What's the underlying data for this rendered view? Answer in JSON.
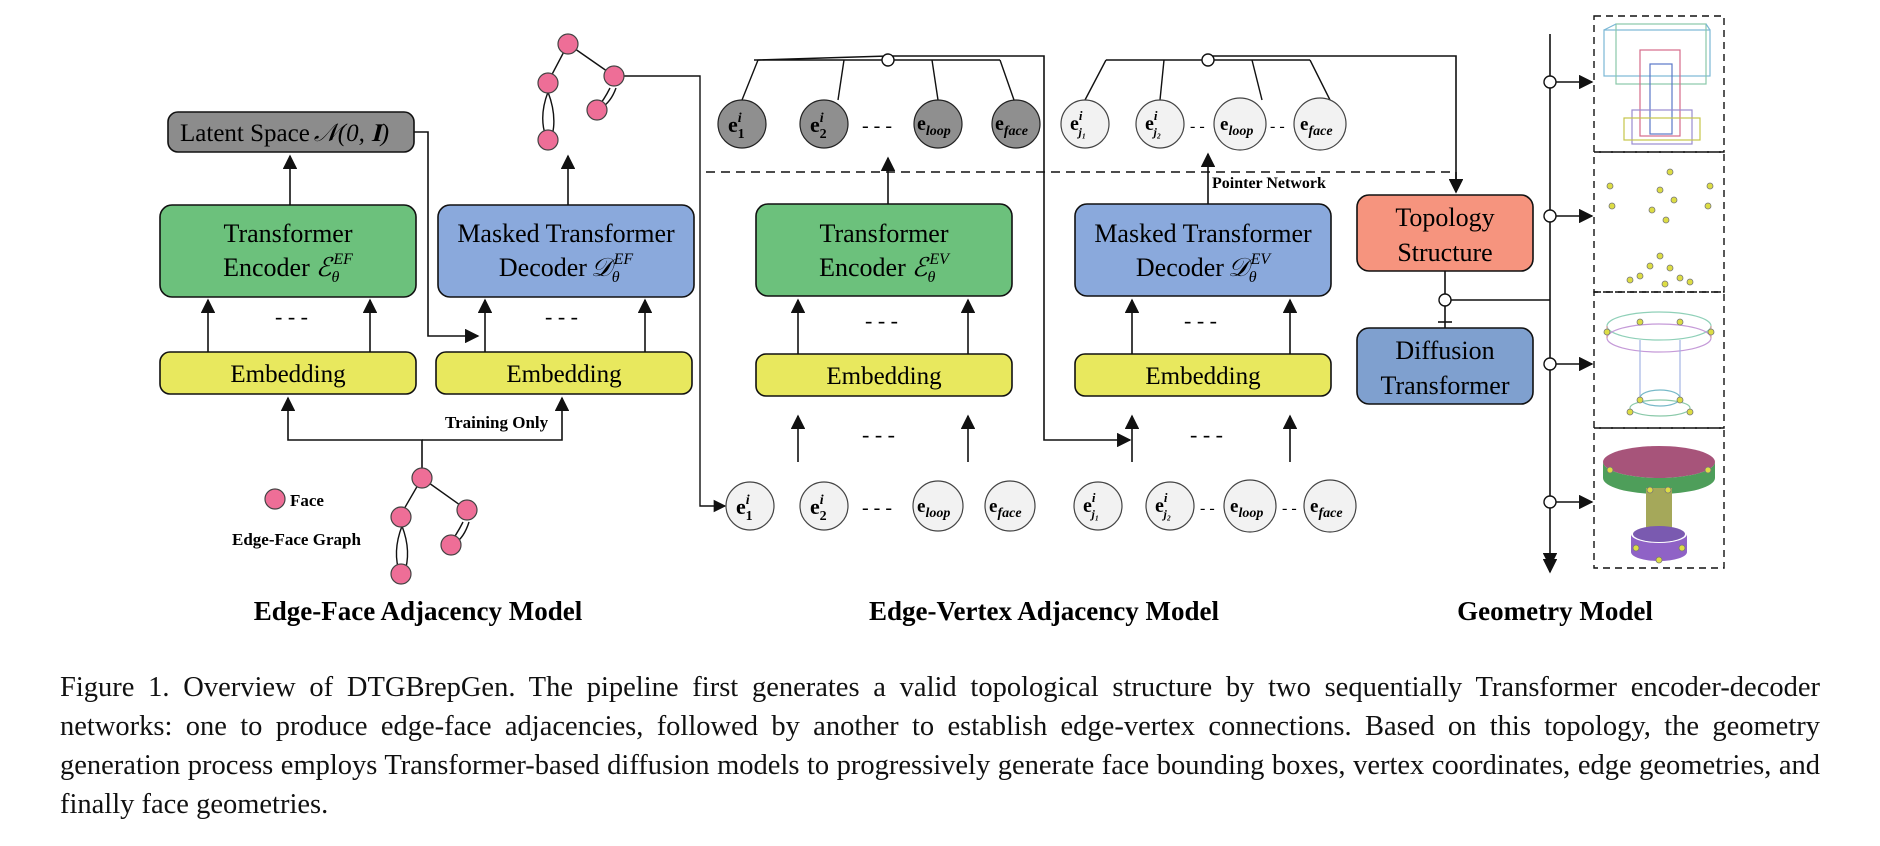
{
  "colors": {
    "encoder_green": "#6cc17c",
    "decoder_blue": "#8aa9dc",
    "embedding_yellow": "#e8e85e",
    "latent_gray": "#8c8c8c",
    "topology_salmon": "#f6947e",
    "diffusion_blue": "#7fa0cf",
    "face_pink": "#ee6e97",
    "edge_token_gray": "#8f8f8f",
    "edge_token_light": "#f2f2f2"
  },
  "edge_face": {
    "title": "Edge-Face Adjacency Model",
    "latent": "Latent Space",
    "latent_math": "𝒩(0, 𝐈)",
    "encoder": {
      "line1": "Transformer",
      "line2": "Encoder",
      "symbol": "ℰ",
      "sub": "θ",
      "sup": "EF"
    },
    "decoder": {
      "line1": "Masked Transformer",
      "line2": "Decoder",
      "symbol": "𝒟",
      "sub": "θ",
      "sup": "EF"
    },
    "embedding": "Embedding",
    "training_only": "Training Only",
    "legend_face": "Face",
    "legend_graph": "Edge-Face Graph",
    "dots": "- - -"
  },
  "edge_vertex": {
    "title": "Edge-Vertex Adjacency Model",
    "encoder": {
      "line1": "Transformer",
      "line2": "Encoder",
      "symbol": "ℰ",
      "sub": "θ",
      "sup": "EV"
    },
    "decoder": {
      "line1": "Masked Transformer",
      "line2": "Decoder",
      "symbol": "𝒟",
      "sub": "θ",
      "sup": "EV"
    },
    "embedding": "Embedding",
    "pointer_network": "Pointer Network",
    "dots": "- - -",
    "tokens": [
      {
        "base": "e",
        "sup": "i",
        "sub": "1"
      },
      {
        "base": "e",
        "sup": "i",
        "sub": "2"
      },
      {
        "base": "e",
        "sup": "",
        "sub": "loop"
      },
      {
        "base": "e",
        "sup": "",
        "sub": "face"
      }
    ],
    "tokens_j": [
      {
        "base": "e",
        "sup": "i",
        "sub": "j₁"
      },
      {
        "base": "e",
        "sup": "i",
        "sub": "j₂"
      },
      {
        "base": "e",
        "sup": "",
        "sub": "loop"
      },
      {
        "base": "e",
        "sup": "",
        "sub": "face"
      }
    ]
  },
  "geometry": {
    "title": "Geometry Model",
    "topology_line1": "Topology",
    "topology_line2": "Structure",
    "diffusion_line1": "Diffusion",
    "diffusion_line2": "Transformer"
  },
  "caption": "Figure 1. Overview of DTGBrepGen. The pipeline first generates a valid topological structure by two sequentially Transformer encoder-decoder networks: one to produce edge-face adjacencies, followed by another to establish edge-vertex connections. Based on this topology, the geometry generation process employs Transformer-based diffusion models to progressively generate face bounding boxes, vertex coordinates, edge geometries, and finally face geometries."
}
